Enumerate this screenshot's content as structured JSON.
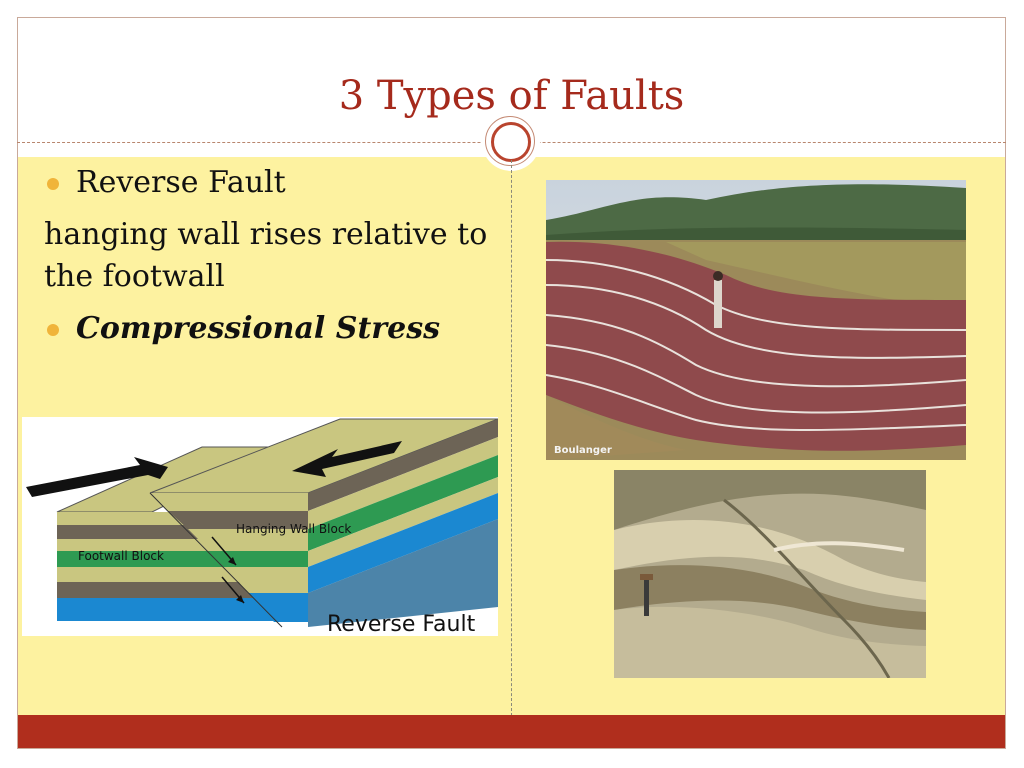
{
  "slide": {
    "title": "3 Types of Faults"
  },
  "content": {
    "bullet1": "Reverse Fault",
    "description": "hanging wall rises relative to the footwall",
    "bullet2": "Compressional Stress"
  },
  "diagram": {
    "label_hanging_wall": "Hanging Wall Block",
    "label_footwall": "Footwall Block",
    "caption": "Reverse Fault"
  },
  "photo_track": {
    "credit": "Boulanger"
  },
  "colors": {
    "title": "#a52a1c",
    "content_bg": "#fdf2a0",
    "footer": "#b02e1d",
    "bullet": "#f0b43a"
  }
}
